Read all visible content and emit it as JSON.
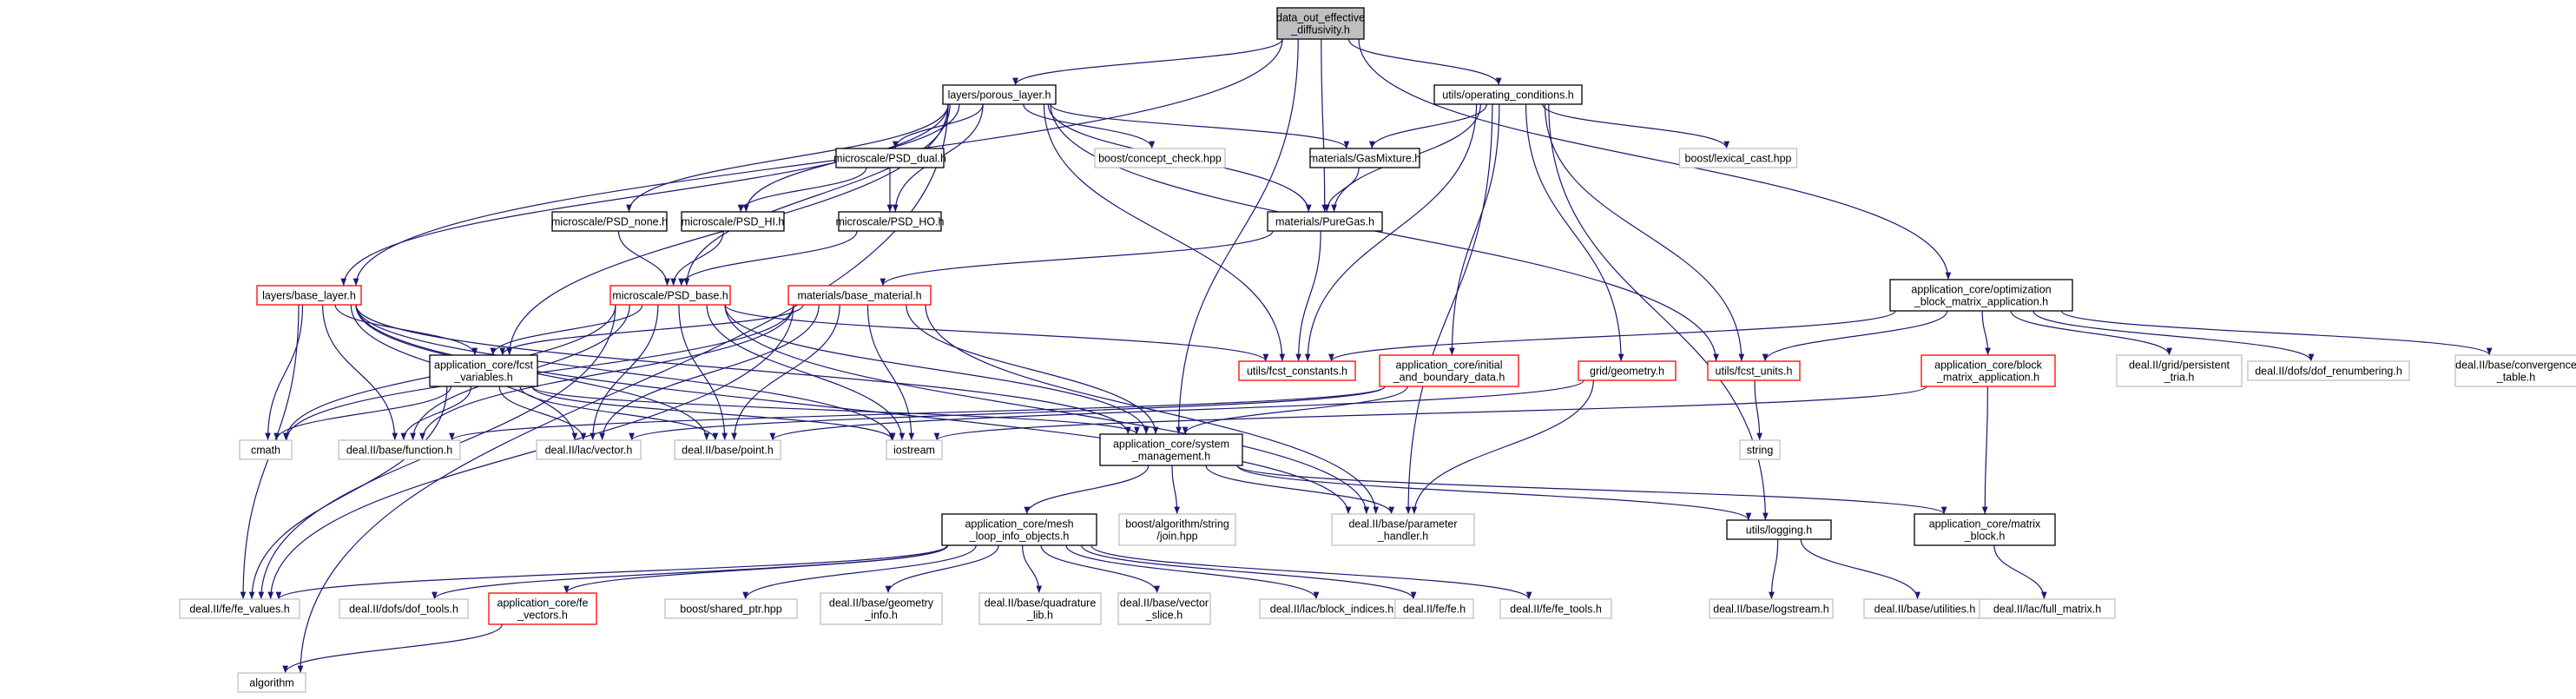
{
  "graph": {
    "colors": {
      "edge": "#191970",
      "root_fill": "#bfbfbf",
      "normal_stroke": "#000000",
      "red_stroke": "#ff0000",
      "gray_stroke": "#bfbfbf"
    },
    "nodes": [
      {
        "id": "root",
        "lines": [
          "data_out_effective",
          "_diffusivity.h"
        ],
        "style": "root"
      },
      {
        "id": "porous",
        "lines": [
          "layers/porous_layer.h"
        ],
        "style": "normal"
      },
      {
        "id": "opcond",
        "lines": [
          "utils/operating_conditions.h"
        ],
        "style": "normal"
      },
      {
        "id": "concept",
        "lines": [
          "boost/concept_check.hpp"
        ],
        "style": "gray"
      },
      {
        "id": "psd_dual",
        "lines": [
          "microscale/PSD_dual.h"
        ],
        "style": "normal"
      },
      {
        "id": "gasmix",
        "lines": [
          "materials/GasMixture.h"
        ],
        "style": "normal"
      },
      {
        "id": "lexical",
        "lines": [
          "boost/lexical_cast.hpp"
        ],
        "style": "gray"
      },
      {
        "id": "psd_none",
        "lines": [
          "microscale/PSD_none.h"
        ],
        "style": "normal"
      },
      {
        "id": "psd_hi",
        "lines": [
          "microscale/PSD_HI.h"
        ],
        "style": "normal"
      },
      {
        "id": "psd_ho",
        "lines": [
          "microscale/PSD_HO.h"
        ],
        "style": "normal"
      },
      {
        "id": "puregas",
        "lines": [
          "materials/PureGas.h"
        ],
        "style": "normal"
      },
      {
        "id": "baselayer",
        "lines": [
          "layers/base_layer.h"
        ],
        "style": "red"
      },
      {
        "id": "psd_base",
        "lines": [
          "microscale/PSD_base.h"
        ],
        "style": "red"
      },
      {
        "id": "basemat",
        "lines": [
          "materials/base_material.h"
        ],
        "style": "red"
      },
      {
        "id": "optim",
        "lines": [
          "application_core/optimization",
          "_block_matrix_application.h"
        ],
        "style": "normal"
      },
      {
        "id": "fcstvar",
        "lines": [
          "application_core/fcst",
          "_variables.h"
        ],
        "style": "normal"
      },
      {
        "id": "fcstconst",
        "lines": [
          "utils/fcst_constants.h"
        ],
        "style": "red"
      },
      {
        "id": "initial",
        "lines": [
          "application_core/initial",
          "_and_boundary_data.h"
        ],
        "style": "red"
      },
      {
        "id": "geometry",
        "lines": [
          "grid/geometry.h"
        ],
        "style": "red"
      },
      {
        "id": "fcstunits",
        "lines": [
          "utils/fcst_units.h"
        ],
        "style": "red"
      },
      {
        "id": "blockapp",
        "lines": [
          "application_core/block",
          "_matrix_application.h"
        ],
        "style": "red"
      },
      {
        "id": "persistent",
        "lines": [
          "deal.II/grid/persistent",
          "_tria.h"
        ],
        "style": "gray"
      },
      {
        "id": "renumber",
        "lines": [
          "deal.II/dofs/dof_renumbering.h"
        ],
        "style": "gray"
      },
      {
        "id": "convergence",
        "lines": [
          "deal.II/base/convergence",
          "_table.h"
        ],
        "style": "gray"
      },
      {
        "id": "cmath",
        "lines": [
          "cmath"
        ],
        "style": "gray"
      },
      {
        "id": "function",
        "lines": [
          "deal.II/base/function.h"
        ],
        "style": "gray"
      },
      {
        "id": "vector",
        "lines": [
          "deal.II/lac/vector.h"
        ],
        "style": "gray"
      },
      {
        "id": "point",
        "lines": [
          "deal.II/base/point.h"
        ],
        "style": "gray"
      },
      {
        "id": "iostream",
        "lines": [
          "iostream"
        ],
        "style": "gray"
      },
      {
        "id": "sysmgmt",
        "lines": [
          "application_core/system",
          "_management.h"
        ],
        "style": "normal"
      },
      {
        "id": "string",
        "lines": [
          "string"
        ],
        "style": "gray"
      },
      {
        "id": "meshloop",
        "lines": [
          "application_core/mesh",
          "_loop_info_objects.h"
        ],
        "style": "normal"
      },
      {
        "id": "joinhpp",
        "lines": [
          "boost/algorithm/string",
          "/join.hpp"
        ],
        "style": "gray"
      },
      {
        "id": "paramh",
        "lines": [
          "deal.II/base/parameter",
          "_handler.h"
        ],
        "style": "gray"
      },
      {
        "id": "logging",
        "lines": [
          "utils/logging.h"
        ],
        "style": "normal"
      },
      {
        "id": "matblock",
        "lines": [
          "application_core/matrix",
          "_block.h"
        ],
        "style": "normal"
      },
      {
        "id": "fevalues",
        "lines": [
          "deal.II/fe/fe_values.h"
        ],
        "style": "gray"
      },
      {
        "id": "doftools",
        "lines": [
          "deal.II/dofs/dof_tools.h"
        ],
        "style": "gray"
      },
      {
        "id": "fevectors",
        "lines": [
          "application_core/fe",
          "_vectors.h"
        ],
        "style": "red"
      },
      {
        "id": "sharedptr",
        "lines": [
          "boost/shared_ptr.hpp"
        ],
        "style": "gray"
      },
      {
        "id": "geominfo",
        "lines": [
          "deal.II/base/geometry",
          "_info.h"
        ],
        "style": "gray"
      },
      {
        "id": "quadlib",
        "lines": [
          "deal.II/base/quadrature",
          "_lib.h"
        ],
        "style": "gray"
      },
      {
        "id": "vecslice",
        "lines": [
          "deal.II/base/vector",
          "_slice.h"
        ],
        "style": "gray"
      },
      {
        "id": "blockidx",
        "lines": [
          "deal.II/lac/block_indices.h"
        ],
        "style": "gray"
      },
      {
        "id": "feh",
        "lines": [
          "deal.II/fe/fe.h"
        ],
        "style": "gray"
      },
      {
        "id": "fetools",
        "lines": [
          "deal.II/fe/fe_tools.h"
        ],
        "style": "gray"
      },
      {
        "id": "logstream",
        "lines": [
          "deal.II/base/logstream.h"
        ],
        "style": "gray"
      },
      {
        "id": "utilities",
        "lines": [
          "deal.II/base/utilities.h"
        ],
        "style": "gray"
      },
      {
        "id": "fullmatrix",
        "lines": [
          "deal.II/lac/full_matrix.h"
        ],
        "style": "gray"
      },
      {
        "id": "algorithm",
        "lines": [
          "algorithm"
        ],
        "style": "gray"
      }
    ],
    "edges": [
      [
        "root",
        "porous"
      ],
      [
        "root",
        "opcond"
      ],
      [
        "root",
        "puregas"
      ],
      [
        "root",
        "baselayer"
      ],
      [
        "root",
        "optim"
      ],
      [
        "root",
        "sysmgmt"
      ],
      [
        "porous",
        "concept"
      ],
      [
        "porous",
        "psd_dual"
      ],
      [
        "porous",
        "gasmix"
      ],
      [
        "porous",
        "psd_none"
      ],
      [
        "porous",
        "psd_hi"
      ],
      [
        "porous",
        "psd_ho"
      ],
      [
        "porous",
        "puregas"
      ],
      [
        "porous",
        "baselayer"
      ],
      [
        "porous",
        "psd_base"
      ],
      [
        "porous",
        "fcstvar"
      ],
      [
        "porous",
        "fcstconst"
      ],
      [
        "porous",
        "fcstunits"
      ],
      [
        "porous",
        "algorithm"
      ],
      [
        "opcond",
        "gasmix"
      ],
      [
        "opcond",
        "lexical"
      ],
      [
        "opcond",
        "puregas"
      ],
      [
        "opcond",
        "fcstconst"
      ],
      [
        "opcond",
        "initial"
      ],
      [
        "opcond",
        "geometry"
      ],
      [
        "opcond",
        "fcstunits"
      ],
      [
        "opcond",
        "logging"
      ],
      [
        "opcond",
        "paramh"
      ],
      [
        "psd_dual",
        "psd_hi"
      ],
      [
        "psd_dual",
        "psd_ho"
      ],
      [
        "gasmix",
        "puregas"
      ],
      [
        "psd_none",
        "psd_base"
      ],
      [
        "psd_hi",
        "psd_base"
      ],
      [
        "psd_ho",
        "psd_base"
      ],
      [
        "puregas",
        "basemat"
      ],
      [
        "puregas",
        "fcstconst"
      ],
      [
        "baselayer",
        "fcstvar"
      ],
      [
        "baselayer",
        "cmath"
      ],
      [
        "baselayer",
        "function"
      ],
      [
        "baselayer",
        "vector"
      ],
      [
        "baselayer",
        "point"
      ],
      [
        "baselayer",
        "iostream"
      ],
      [
        "baselayer",
        "sysmgmt"
      ],
      [
        "baselayer",
        "fevalues"
      ],
      [
        "baselayer",
        "paramh"
      ],
      [
        "psd_base",
        "fcstvar"
      ],
      [
        "psd_base",
        "fcstconst"
      ],
      [
        "psd_base",
        "cmath"
      ],
      [
        "psd_base",
        "function"
      ],
      [
        "psd_base",
        "vector"
      ],
      [
        "psd_base",
        "point"
      ],
      [
        "psd_base",
        "iostream"
      ],
      [
        "psd_base",
        "sysmgmt"
      ],
      [
        "psd_base",
        "fevalues"
      ],
      [
        "psd_base",
        "paramh"
      ],
      [
        "basemat",
        "fcstvar"
      ],
      [
        "basemat",
        "cmath"
      ],
      [
        "basemat",
        "function"
      ],
      [
        "basemat",
        "vector"
      ],
      [
        "basemat",
        "point"
      ],
      [
        "basemat",
        "iostream"
      ],
      [
        "basemat",
        "sysmgmt"
      ],
      [
        "basemat",
        "fevalues"
      ],
      [
        "basemat",
        "paramh"
      ],
      [
        "optim",
        "fcstconst"
      ],
      [
        "optim",
        "fcstunits"
      ],
      [
        "optim",
        "blockapp"
      ],
      [
        "optim",
        "persistent"
      ],
      [
        "optim",
        "renumber"
      ],
      [
        "optim",
        "convergence"
      ],
      [
        "fcstvar",
        "cmath"
      ],
      [
        "fcstvar",
        "function"
      ],
      [
        "fcstvar",
        "vector"
      ],
      [
        "fcstvar",
        "point"
      ],
      [
        "fcstvar",
        "iostream"
      ],
      [
        "fcstvar",
        "sysmgmt"
      ],
      [
        "fcstvar",
        "fevalues"
      ],
      [
        "initial",
        "function"
      ],
      [
        "initial",
        "vector"
      ],
      [
        "initial",
        "sysmgmt"
      ],
      [
        "geometry",
        "point"
      ],
      [
        "geometry",
        "paramh"
      ],
      [
        "fcstunits",
        "string"
      ],
      [
        "blockapp",
        "iostream"
      ],
      [
        "blockapp",
        "matblock"
      ],
      [
        "sysmgmt",
        "meshloop"
      ],
      [
        "sysmgmt",
        "joinhpp"
      ],
      [
        "sysmgmt",
        "paramh"
      ],
      [
        "sysmgmt",
        "logging"
      ],
      [
        "sysmgmt",
        "matblock"
      ],
      [
        "meshloop",
        "fevalues"
      ],
      [
        "meshloop",
        "doftools"
      ],
      [
        "meshloop",
        "fevectors"
      ],
      [
        "meshloop",
        "sharedptr"
      ],
      [
        "meshloop",
        "geominfo"
      ],
      [
        "meshloop",
        "quadlib"
      ],
      [
        "meshloop",
        "vecslice"
      ],
      [
        "meshloop",
        "blockidx"
      ],
      [
        "meshloop",
        "feh"
      ],
      [
        "meshloop",
        "fetools"
      ],
      [
        "fevectors",
        "algorithm"
      ],
      [
        "logging",
        "logstream"
      ],
      [
        "logging",
        "utilities"
      ],
      [
        "matblock",
        "fullmatrix"
      ]
    ]
  }
}
